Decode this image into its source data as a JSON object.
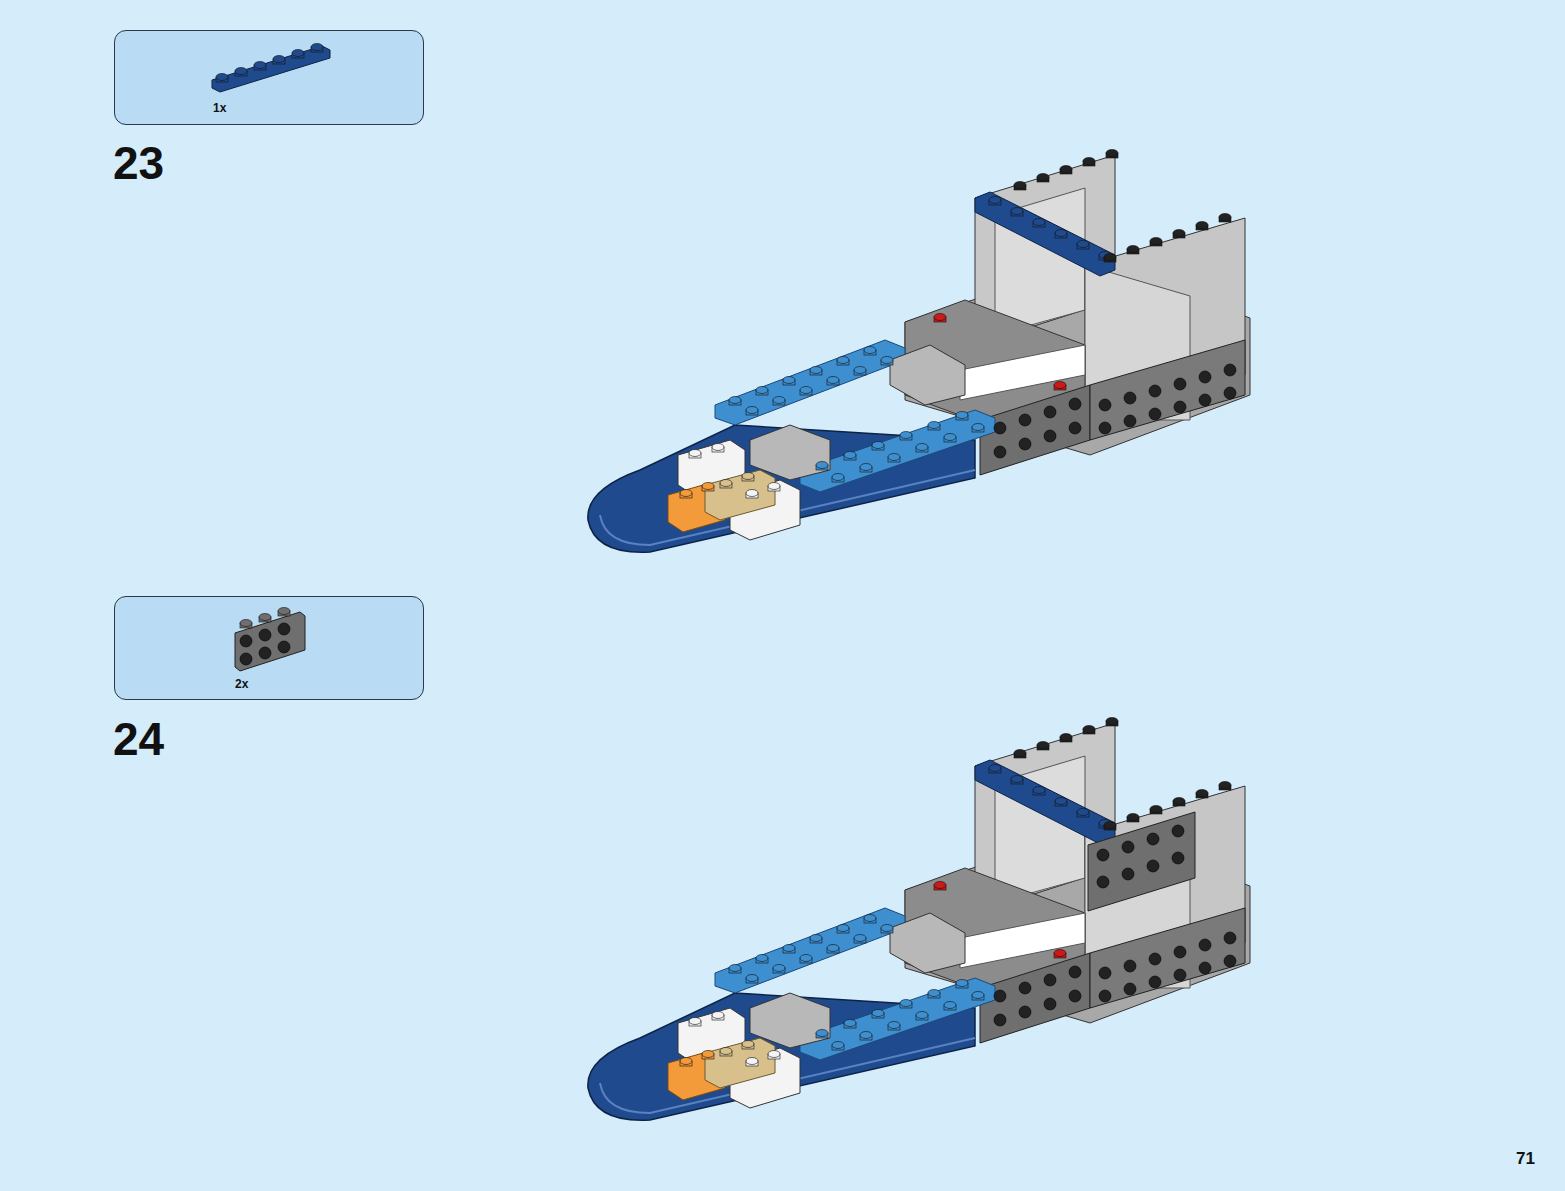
{
  "diagram": {
    "nodes": [
      {
        "text": [
          "1x"
        ]
      },
      {
        "text": [
          "2x"
        ]
      }
    ],
    "labels": [
      "23",
      "24",
      "71"
    ]
  }
}
